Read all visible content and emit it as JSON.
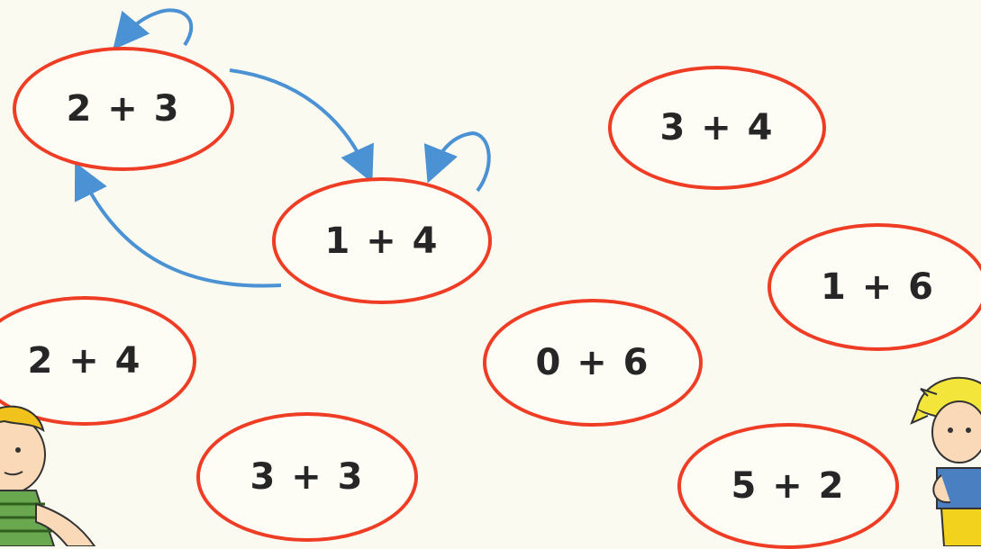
{
  "expressions": {
    "e1": "2 + 3",
    "e2": "1 + 4",
    "e3": "3 + 4",
    "e4": "1 + 6",
    "e5": "2 + 4",
    "e6": "0 + 6",
    "e7": "3 + 3",
    "e8": "5 + 2"
  },
  "colors": {
    "oval_border": "#ee3d24",
    "arrow": "#4a92d4",
    "text": "#262626"
  }
}
